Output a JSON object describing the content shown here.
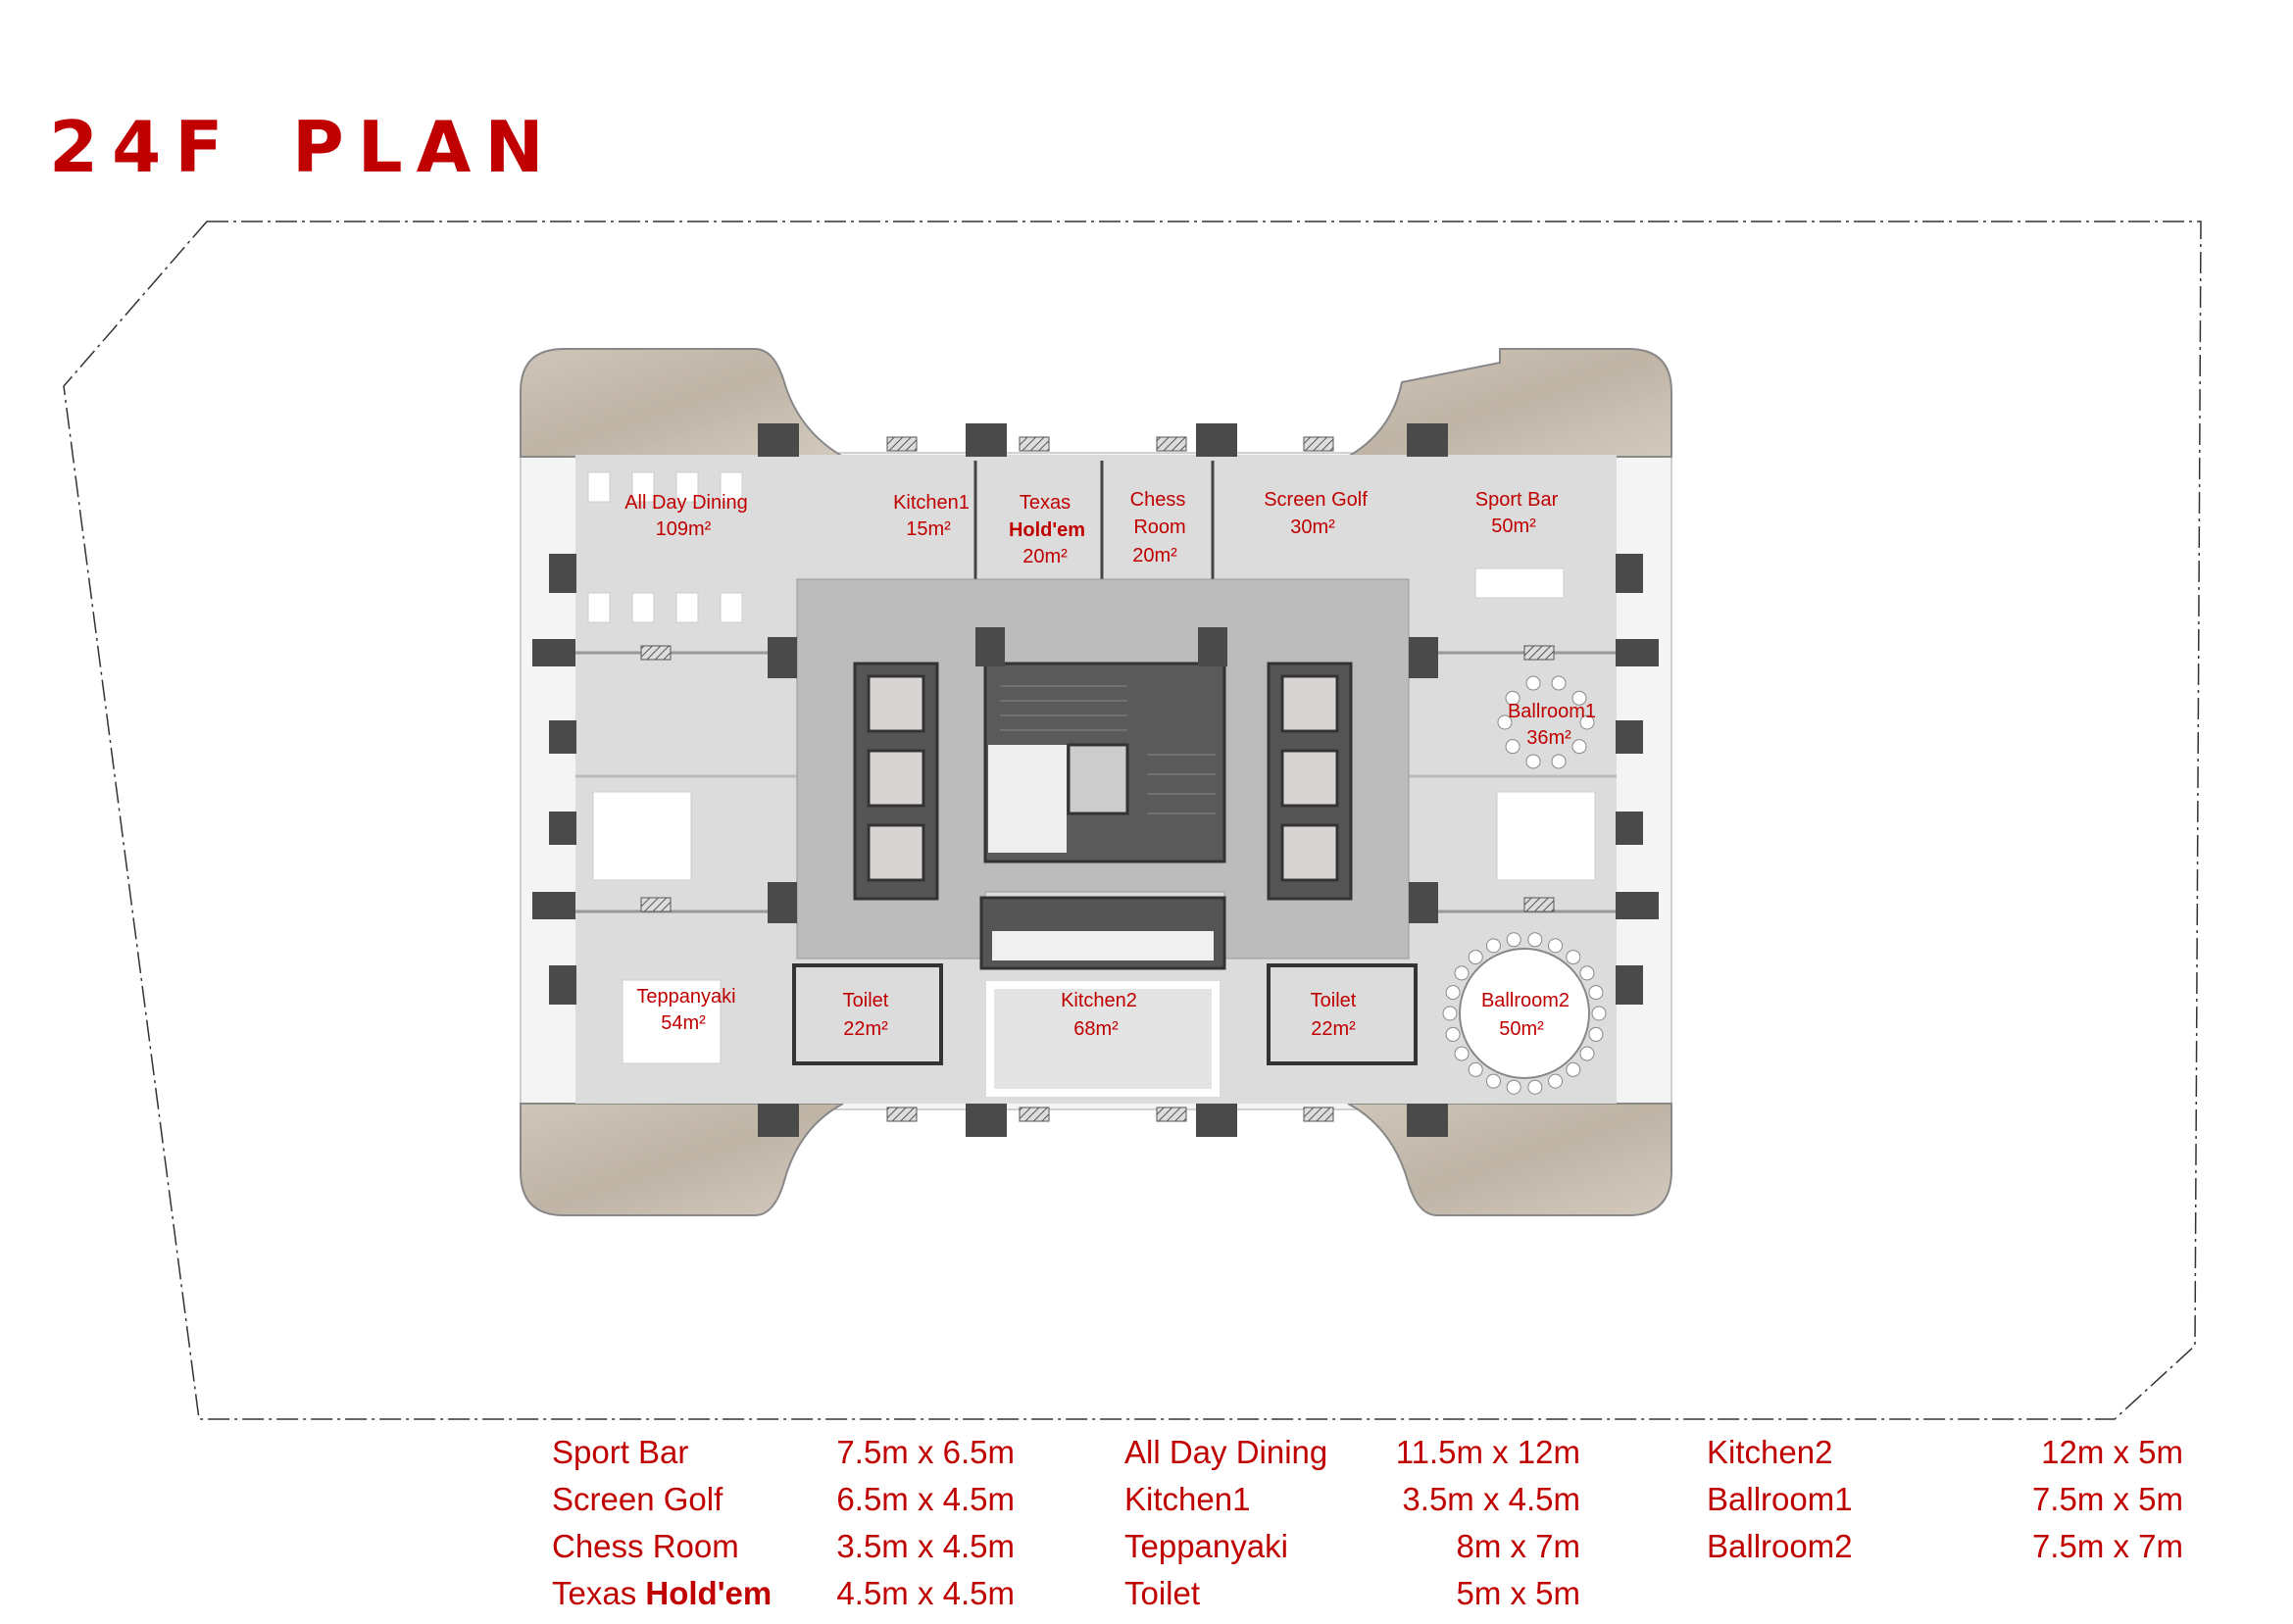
{
  "title": {
    "floor": "24F",
    "word": "PLAN"
  },
  "colors": {
    "accent": "#c00000",
    "floor": "#dcdcdc",
    "corridor": "#bdbdbd",
    "core": "#555555",
    "balcony": "#c8bdb0"
  },
  "rooms": {
    "all_day_dining": {
      "name": "All Day Dining",
      "area": "109m²"
    },
    "kitchen1": {
      "name": "Kitchen1",
      "area": "15m²"
    },
    "texas": {
      "name1": "Texas",
      "name2": "Hold'em",
      "area": "20m²"
    },
    "chess": {
      "name1": "Chess",
      "name2": "Room",
      "area": "20m²"
    },
    "screen_golf": {
      "name": "Screen Golf",
      "area": "30m²"
    },
    "sport_bar": {
      "name": "Sport Bar",
      "area": "50m²"
    },
    "ballroom1": {
      "name": "Ballroom1",
      "area": "36m²"
    },
    "teppanyaki": {
      "name": "Teppanyaki",
      "area": "54m²"
    },
    "toilet_left": {
      "name": "Toilet",
      "area": "22m²"
    },
    "kitchen2": {
      "name": "Kitchen2",
      "area": "68m²"
    },
    "toilet_right": {
      "name": "Toilet",
      "area": "22m²"
    },
    "ballroom2": {
      "name": "Ballroom2",
      "area": "50m²"
    }
  },
  "legend": {
    "col1": [
      {
        "name": "Sport Bar",
        "size": "7.5m x 6.5m"
      },
      {
        "name": "Screen Golf",
        "size": "6.5m x 4.5m"
      },
      {
        "name": "Chess Room",
        "size": "3.5m x 4.5m"
      },
      {
        "name_a": "Texas ",
        "name_b": "Hold'em",
        "size": "4.5m x 4.5m"
      }
    ],
    "col2": [
      {
        "name": "All Day Dining",
        "size": "11.5m x 12m"
      },
      {
        "name": "Kitchen1",
        "size": "3.5m x 4.5m"
      },
      {
        "name": "Teppanyaki",
        "size": "8m x 7m"
      },
      {
        "name": "Toilet",
        "size": "5m x 5m"
      }
    ],
    "col3": [
      {
        "name": "Kitchen2",
        "size": "12m x 5m"
      },
      {
        "name": "Ballroom1",
        "size": "7.5m x 5m"
      },
      {
        "name": "Ballroom2",
        "size": "7.5m x 7m"
      }
    ]
  }
}
